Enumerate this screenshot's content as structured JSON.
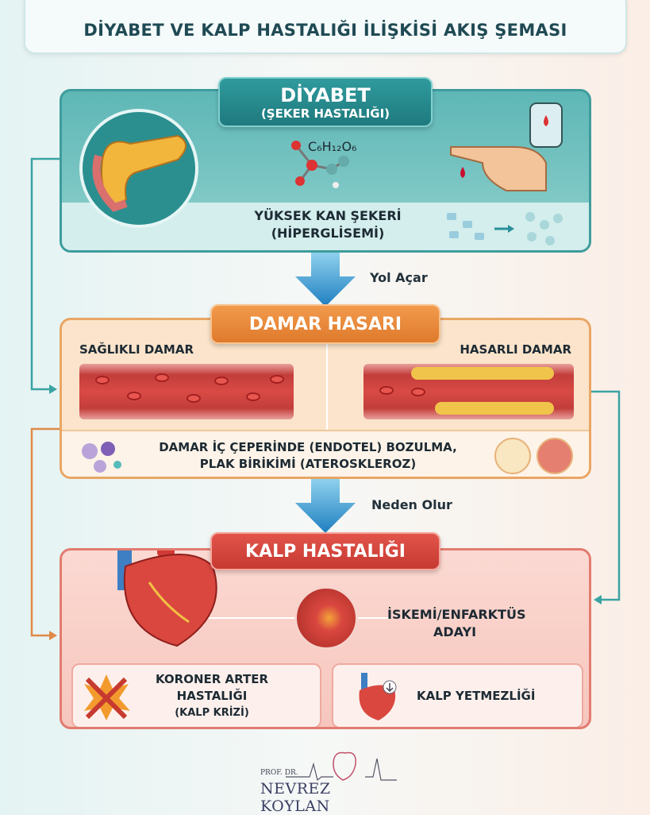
{
  "title": "DİYABET VE KALP HASTALIĞI İLİŞKİSİ AKIŞ ŞEMASI",
  "diabetes": {
    "heading": "DİYABET",
    "subheading": "(ŞEKER HASTALIĞI)",
    "formula": "C₆H₁₂O₆",
    "description_line1": "YÜKSEK KAN ŞEKERİ",
    "description_line2": "(HİPERGLİSEMİ)"
  },
  "connector1": "Yol Açar",
  "vessel_damage": {
    "heading": "DAMAR HASARI",
    "healthy_label": "SAĞLIKLI DAMAR",
    "damaged_label": "HASARLI DAMAR",
    "description_line1": "DAMAR İÇ ÇEPERİNDE (ENDOTEL) BOZULMA,",
    "description_line2": "PLAK BİRİKİMİ (ATEROSKLEROZ)"
  },
  "connector2": "Neden Olur",
  "heart_disease": {
    "heading": "KALP HASTALIĞI",
    "ischemia_line1": "İSKEMİ/ENFARKTÜS",
    "ischemia_line2": "ADAYI",
    "outcome1_line1": "KORONER ARTER",
    "outcome1_line2": "HASTALIĞI",
    "outcome1_line3": "(KALP KRİZİ)",
    "outcome2": "KALP YETMEZLİĞİ"
  },
  "logo": {
    "prefix": "PROF. DR.",
    "name": "NEVREZ KOYLAN"
  },
  "colors": {
    "teal": "#2f9a9c",
    "orange": "#df7a2c",
    "red": "#c63a32",
    "arrow_blue": "#2a8fc9"
  }
}
